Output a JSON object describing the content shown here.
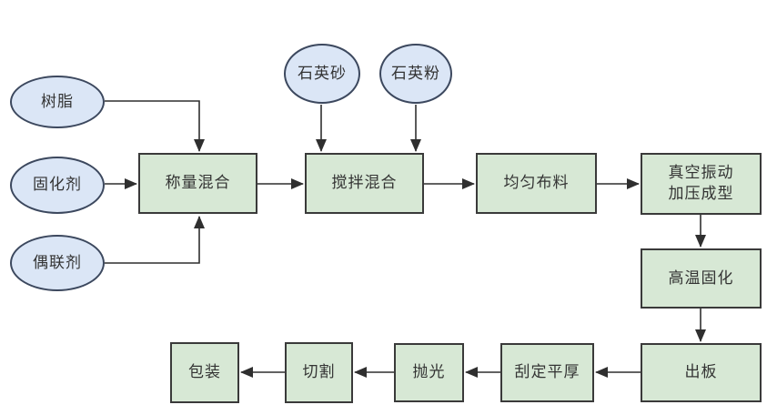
{
  "diagram": {
    "type": "flowchart",
    "description": "Quartz slab production process flow",
    "colors": {
      "background": "#ffffff",
      "input_fill": "#dbe6f6",
      "input_border": "#3c485e",
      "process_fill": "#d7e8d5",
      "process_border": "#3a3a3a",
      "arrow": "#2f2f2f",
      "text": "#333333"
    },
    "nodes": [
      {
        "id": "resin",
        "shape": "ellipse",
        "label": "树脂"
      },
      {
        "id": "curing-agent",
        "shape": "ellipse",
        "label": "固化剂"
      },
      {
        "id": "coupling-agent",
        "shape": "ellipse",
        "label": "偶联剂"
      },
      {
        "id": "quartz-sand",
        "shape": "ellipse",
        "label": "石英砂"
      },
      {
        "id": "quartz-powder",
        "shape": "ellipse",
        "label": "石英粉"
      },
      {
        "id": "weigh-mix",
        "shape": "rect",
        "label": "称量混合"
      },
      {
        "id": "stir-mix",
        "shape": "rect",
        "label": "搅拌混合"
      },
      {
        "id": "spread",
        "shape": "rect",
        "label": "均匀布料"
      },
      {
        "id": "vacuum-press",
        "shape": "rect",
        "label": "真空振动\n加压成型"
      },
      {
        "id": "cure",
        "shape": "rect",
        "label": "高温固化"
      },
      {
        "id": "board-out",
        "shape": "rect",
        "label": "出板"
      },
      {
        "id": "thickness",
        "shape": "rect",
        "label": "刮定平厚"
      },
      {
        "id": "polish",
        "shape": "rect",
        "label": "抛光"
      },
      {
        "id": "cut",
        "shape": "rect",
        "label": "切割"
      },
      {
        "id": "pack",
        "shape": "rect",
        "label": "包装"
      }
    ],
    "edges": [
      {
        "from": "resin",
        "to": "weigh-mix"
      },
      {
        "from": "curing-agent",
        "to": "weigh-mix"
      },
      {
        "from": "coupling-agent",
        "to": "weigh-mix"
      },
      {
        "from": "quartz-sand",
        "to": "stir-mix"
      },
      {
        "from": "quartz-powder",
        "to": "stir-mix"
      },
      {
        "from": "weigh-mix",
        "to": "stir-mix"
      },
      {
        "from": "stir-mix",
        "to": "spread"
      },
      {
        "from": "spread",
        "to": "vacuum-press"
      },
      {
        "from": "vacuum-press",
        "to": "cure"
      },
      {
        "from": "cure",
        "to": "board-out"
      },
      {
        "from": "board-out",
        "to": "thickness"
      },
      {
        "from": "thickness",
        "to": "polish"
      },
      {
        "from": "polish",
        "to": "cut"
      },
      {
        "from": "cut",
        "to": "pack"
      }
    ]
  }
}
